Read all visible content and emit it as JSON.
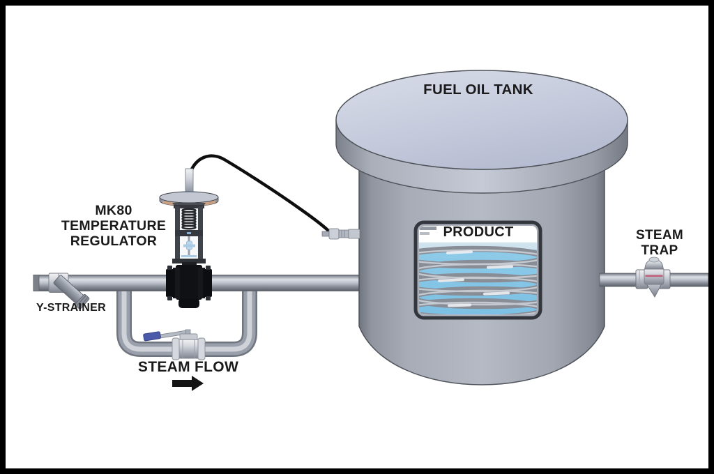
{
  "diagram": {
    "labels": {
      "regulator": "MK80\nTEMPERATURE\nREGULATOR",
      "y_strainer": "Y-STRAINER",
      "steam_flow": "STEAM FLOW",
      "fuel_oil_tank": "FUEL OIL TANK",
      "product": "PRODUCT",
      "steam_trap": "STEAM\nTRAP"
    },
    "colors": {
      "background": "#ffffff",
      "border": "#000000",
      "label_text": "#1a1a1a",
      "pipe_mid": "#9aa0ab",
      "pipe_highlight": "#d6dae0",
      "pipe_shadow": "#6f747e",
      "tank_lid": "#c6cbdc",
      "liquid": "#8ecbe9",
      "liquid_surface": "#cfe3ef",
      "coil": "#888d96",
      "valve_body": "#101114",
      "valve_handle": "#4a5aa8",
      "cable": "#0e0e0e",
      "arrow": "#141414",
      "trap_accent": "#c2607a"
    }
  }
}
